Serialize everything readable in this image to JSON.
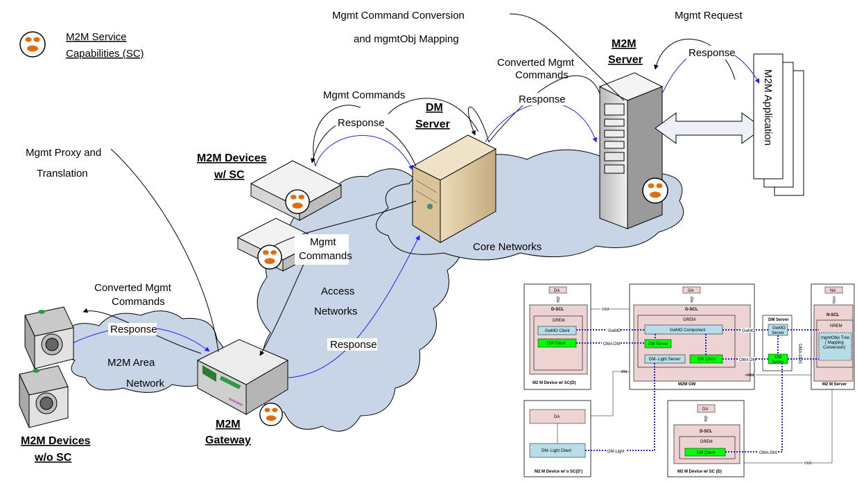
{
  "legend": {
    "line1": "M2M Service",
    "line2": "Capabilities (SC)"
  },
  "labels": {
    "mgmt_conv_1": "Mgmt Command Conversion",
    "mgmt_conv_2": "and mgmtObj Mapping",
    "mgmt_request": "Mgmt Request",
    "response_top": "Response",
    "m2m_server_1": "M2M",
    "m2m_server_2": "Server",
    "m2m_app": "M2M Application",
    "conv_mgmt_top_1": "Converted Mgmt",
    "conv_mgmt_top_2": "Commands",
    "response_dm": "Response",
    "dm_server_1": "DM",
    "dm_server_2": "Server",
    "mgmt_commands_top": "Mgmt Commands",
    "response_dev": "Response",
    "m2m_dev_sc_1": "M2M Devices",
    "m2m_dev_sc_2": "w/ SC",
    "mgmt_proxy_1": "Mgmt Proxy and",
    "mgmt_proxy_2": "Translation",
    "core_networks": "Core Networks",
    "mgmt_cmd_mid_1": "Mgmt",
    "mgmt_cmd_mid_2": "Commands",
    "access_1": "Access",
    "access_2": "Networks",
    "response_access": "Response",
    "conv_mgmt_left_1": "Converted Mgmt",
    "conv_mgmt_left_2": "Commands",
    "response_left": "Response",
    "area_1": "M2M Area",
    "area_2": "Network",
    "gateway_1": "M2M",
    "gateway_2": "Gateway",
    "dev_nosc_1": "M2M Devices",
    "dev_nosc_2": "w/o SC"
  },
  "mini": {
    "da_top": "DA",
    "dia_1": "dIa",
    "dscl_1": "D-SCL",
    "drem_1": "DREM",
    "gwmo_client": "GwMO Client",
    "dm_client_1": "DM Client",
    "dev_sc_d": "M2 M Device w/ SC(D)",
    "mid_1": "mId",
    "ga": "GA",
    "dia_2": "dIa",
    "gscl": "G-SCL",
    "grem": "GREM",
    "gwmo_component": "GwMO Component",
    "dm_server_gw": "DM Server",
    "dm_light_server": "DM- Light Server",
    "dm_client_gw": "DM Client",
    "m2m_gw": "M2M GW",
    "gwmo_1": "GwMO",
    "omadm_1": "OMA DM",
    "gwmo_2": "GwMO",
    "omadm_2": "OMA DM",
    "dms_title": "DM Server",
    "dms_gwmo_1": "GwMO",
    "dms_gwmo_2": "Server",
    "dms_dm_1": "DM",
    "dms_dm_2": "Server",
    "oma_dms": "OMA-DMS",
    "na": "NA",
    "mia": "mIa",
    "nscl": "N-SCL",
    "nrem": "NREM",
    "mgmtobj_1": "mgmtObjs Tree",
    "mgmtobj_2": "( Mapping",
    "mgmtobj_3": "Conversion)",
    "m2m_server_mini": "M2 M Server",
    "mid_2": "mId",
    "dia_3": "dIa",
    "da_nosc": "DA",
    "dm_light_client": "DM- Light Client",
    "dev_nosc": "M2 M Device w/ o SC(D')",
    "dm_light": "DM-Light",
    "da_bottom": "DA",
    "dia_4": "dIa",
    "dscl_2": "D-SCL",
    "drem_2": "DREM",
    "dm_client_2": "DM Client",
    "oma_dm_3": "OMA-DM",
    "mid_3": "mId",
    "dev_sc_d2": "M2 M Device w/ SC (D)"
  },
  "colors": {
    "cloud": "#c7d5e6",
    "server_tower": "#dcdcdc",
    "dm_server_box": "#d8c8a8",
    "sc_icon": "#e46c0a",
    "mini_pink": "#eed3d3",
    "mini_teal": "#b6dde8",
    "mini_green": "#00ff00",
    "mini_dots": "#1f1fd8",
    "response_line": "#1e1eff"
  }
}
